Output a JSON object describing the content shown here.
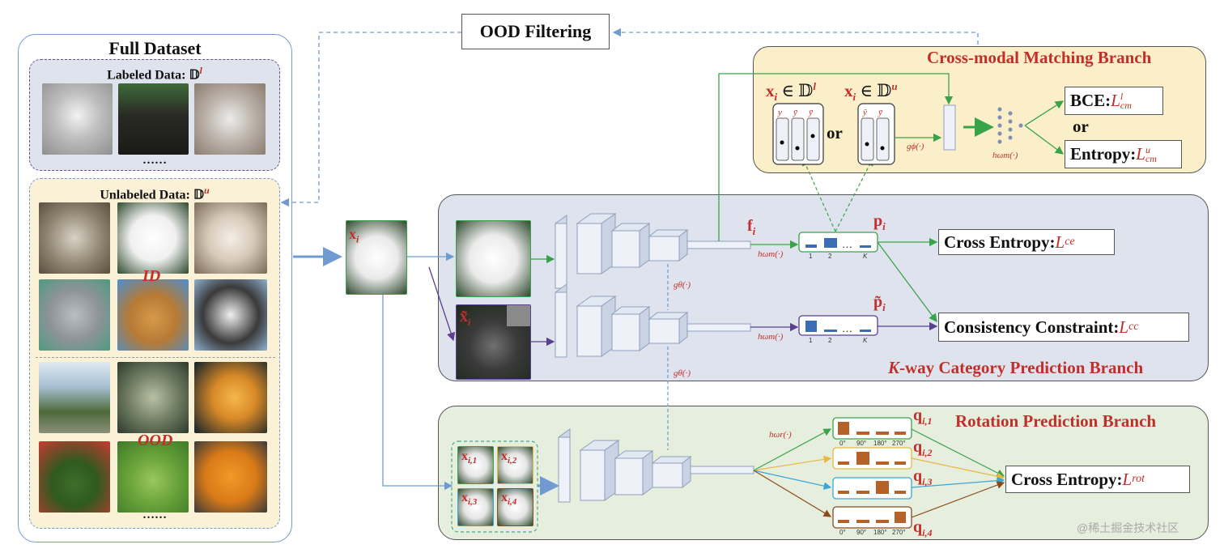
{
  "dataset": {
    "title": "Full Dataset",
    "labeled_title": "Labeled Data: ",
    "labeled_symbol": "𝔻",
    "labeled_sup": "l",
    "unlabeled_title": "Unlabeled Data: ",
    "unlabeled_symbol": "𝔻",
    "unlabeled_sup": "u",
    "ellipsis_top": "……",
    "ellipsis_bottom": "……",
    "id_tag": "ID",
    "ood_tag": "OOD"
  },
  "ood_filter": "OOD Filtering",
  "input_label": "x",
  "input_sub": "i",
  "cross_modal": {
    "title": "Cross-modal Matching Branch",
    "xi_labeled": "x",
    "xi_labeled_rest": " ∈ 𝔻",
    "xi_labeled_sup": "l",
    "xi_unlabeled": "x",
    "xi_unlabeled_rest": " ∈ 𝔻",
    "xi_unlabeled_sup": "u",
    "or1": "or",
    "or2": "or",
    "g_phi": "gϕ(·)",
    "h_omega_m": "hωm(·)",
    "bce_label": "BCE: ",
    "bce_loss": "L",
    "bce_sub": "cm",
    "bce_sup": "l",
    "entropy_label": "Entropy: ",
    "entropy_loss": "L",
    "entropy_sub": "cm",
    "entropy_sup": "u",
    "y_labels": [
      "y",
      "ȳ",
      "ȳ"
    ],
    "y_hat_labels": [
      "ŷ",
      "ȳ"
    ]
  },
  "kway": {
    "title_k": "K",
    "title_rest": "-way Category Prediction Branch",
    "f_label": "f",
    "f_sub": "i",
    "p_label": "p",
    "p_sub": "i",
    "p_tilde_label": "p̃",
    "p_tilde_sub": "i",
    "x_tilde_label": "x̃",
    "x_tilde_sub": "i",
    "h_top": "hωm(·)",
    "h_bottom": "hωm(·)",
    "g_theta_1": "gθ(·)",
    "g_theta_2": "gθ(·)",
    "axis_top": [
      "1",
      "2",
      "…",
      "K"
    ],
    "axis_bottom": [
      "1",
      "2",
      "…",
      "K"
    ],
    "ce_label": "Cross Entropy: ",
    "ce_loss": "L",
    "ce_sub": "ce",
    "cc_label": "Consistency Constraint: ",
    "cc_loss": "L",
    "cc_sub": "cc"
  },
  "rotation": {
    "title": "Rotation Prediction Branch",
    "h_omega_r": "hωr(·)",
    "q_labels": [
      "q",
      "q",
      "q",
      "q"
    ],
    "q_subs": [
      "i,1",
      "i,2",
      "i,3",
      "i,4"
    ],
    "tile_labels": [
      "x",
      "x",
      "x",
      "x"
    ],
    "tile_subs": [
      "i,1",
      "i,2",
      "i,3",
      "i,4"
    ],
    "axis": [
      "0°",
      "90°",
      "180°",
      "270°"
    ],
    "ce_label": "Cross Entropy: ",
    "ce_loss": "L",
    "ce_sub": "rot"
  },
  "watermark": "@稀土掘金技术社区",
  "colors": {
    "red": "#c0302b",
    "blue_bar": "#3b6db3",
    "brown_bar": "#b5612a",
    "green_line": "#3aa34a",
    "purple_line": "#5b3f8f",
    "dash_blue": "#6f9bd1"
  }
}
